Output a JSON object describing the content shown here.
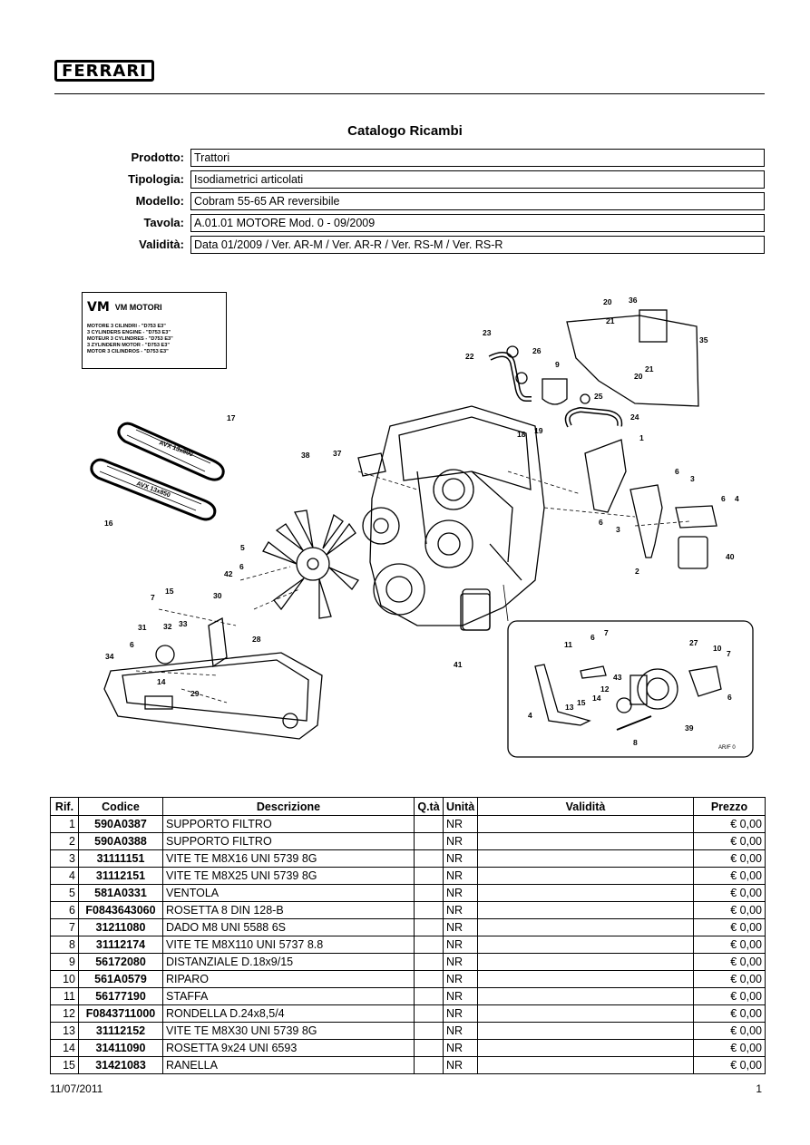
{
  "header": {
    "logo_text": "FERRARI",
    "title": "Catalogo Ricambi"
  },
  "meta": [
    {
      "label": "Prodotto:",
      "value": "Trattori"
    },
    {
      "label": "Tipologia:",
      "value": "Isodiametrici articolati"
    },
    {
      "label": "Modello:",
      "value": "Cobram 55-65 AR reversibile"
    },
    {
      "label": "Tavola:",
      "value": "A.01.01 MOTORE Mod. 0 - 09/2009"
    },
    {
      "label": "Validità:",
      "value": "Data 01/2009 / Ver. AR-M / Ver. AR-R / Ver. RS-M / Ver. RS-R"
    }
  ],
  "diagram": {
    "vm_logo": "VM",
    "vm_brand": "VM MOTORI",
    "vm_lines": [
      "MOTORE 3 CILINDRI - \"D753 E3\"",
      "3 CYLINDERS ENGINE - \"D753 E3\"",
      "MOTEUR 3 CYLINDRES - \"D753 E3\"",
      "3 ZYLINDERN MOTOR - \"D753 E3\"",
      "MOTOR 3 CILINDROS - \"D753 E3\""
    ],
    "belt_labels": [
      "AVX 13x800",
      "AVX 13x850"
    ],
    "ref_code": "AR/F 0"
  },
  "table": {
    "headers": [
      "Rif.",
      "Codice",
      "Descrizione",
      "Q.tà",
      "Unità",
      "Validità",
      "Prezzo"
    ],
    "rows": [
      [
        "1",
        "590A0387",
        "SUPPORTO FILTRO",
        "",
        "NR",
        "",
        "€ 0,00"
      ],
      [
        "2",
        "590A0388",
        "SUPPORTO FILTRO",
        "",
        "NR",
        "",
        "€ 0,00"
      ],
      [
        "3",
        "31111151",
        "VITE TE M8X16 UNI 5739 8G",
        "",
        "NR",
        "",
        "€ 0,00"
      ],
      [
        "4",
        "31112151",
        "VITE TE M8X25 UNI 5739 8G",
        "",
        "NR",
        "",
        "€ 0,00"
      ],
      [
        "5",
        "581A0331",
        "VENTOLA",
        "",
        "NR",
        "",
        "€ 0,00"
      ],
      [
        "6",
        "F0843643060",
        "ROSETTA 8 DIN 128-B",
        "",
        "NR",
        "",
        "€ 0,00"
      ],
      [
        "7",
        "31211080",
        "DADO M8 UNI 5588 6S",
        "",
        "NR",
        "",
        "€ 0,00"
      ],
      [
        "8",
        "31112174",
        "VITE TE M8X110 UNI 5737 8.8",
        "",
        "NR",
        "",
        "€ 0,00"
      ],
      [
        "9",
        "56172080",
        "DISTANZIALE D.18x9/15",
        "",
        "NR",
        "",
        "€ 0,00"
      ],
      [
        "10",
        "561A0579",
        "RIPARO",
        "",
        "NR",
        "",
        "€ 0,00"
      ],
      [
        "11",
        "56177190",
        "STAFFA",
        "",
        "NR",
        "",
        "€ 0,00"
      ],
      [
        "12",
        "F0843711000",
        "RONDELLA D.24x8,5/4",
        "",
        "NR",
        "",
        "€ 0,00"
      ],
      [
        "13",
        "31112152",
        "VITE TE M8X30 UNI 5739 8G",
        "",
        "NR",
        "",
        "€ 0,00"
      ],
      [
        "14",
        "31411090",
        "ROSETTA 9x24 UNI 6593",
        "",
        "NR",
        "",
        "€ 0,00"
      ],
      [
        "15",
        "31421083",
        "RANELLA",
        "",
        "NR",
        "",
        "€ 0,00"
      ]
    ]
  },
  "footer": {
    "date": "11/07/2011",
    "page": "1"
  }
}
